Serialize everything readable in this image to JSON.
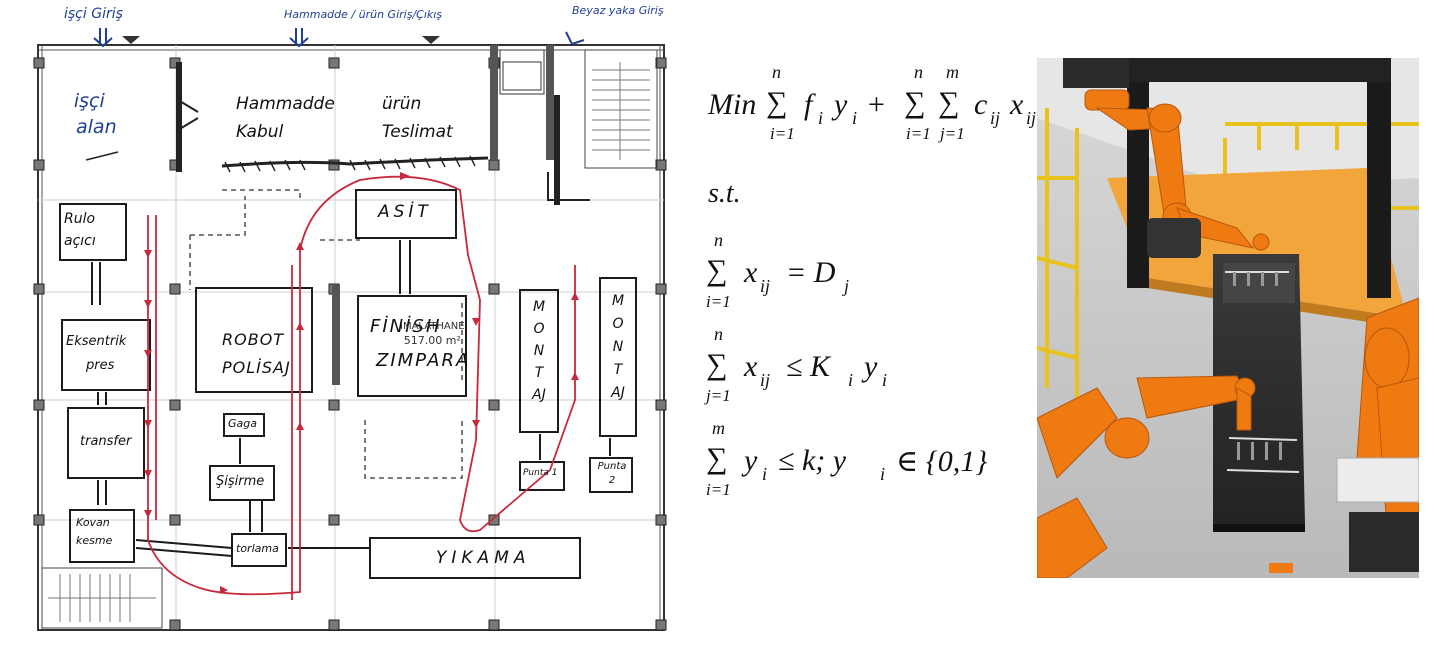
{
  "plan": {
    "top_labels": {
      "worker_entry": "işçi Giriş",
      "material_entry": "Hammadde / ürün Giriş/Çıkış",
      "whitecollar_entry": "Beyaz yaka Giriş"
    },
    "rooms": {
      "worker_area": [
        "işçi",
        "alan"
      ],
      "raw_material": [
        "Hammadde",
        "Kabul"
      ],
      "delivery": [
        "ürün",
        "Teslimat"
      ],
      "asit": "ASİT",
      "rulo": [
        "Rulo",
        "açıcı"
      ],
      "eksentrik": [
        "Eksentrik",
        "pres"
      ],
      "robot": [
        "ROBOT",
        "POLİSAJ"
      ],
      "finish": [
        "FİNİSH",
        "ZIMPARA"
      ],
      "imalathane": [
        "İMALATHANE",
        "517.00 m²"
      ],
      "montaj1": "MONTAJ",
      "montaj2": "MONTAJ",
      "punta1": "Punta 1",
      "punta2": [
        "Punta",
        "2"
      ],
      "transfer": "transfer",
      "kovan": [
        "Kovan",
        "kesme"
      ],
      "gaga": "Gaga",
      "sisirme": "Şişirme",
      "torlama": "torlama",
      "yikama": "YIKAMA"
    }
  },
  "model": {
    "objective_prefix": "Min",
    "st": "s.t.",
    "upper_n": "n",
    "upper_m": "m",
    "lower_i": "i=1",
    "lower_j": "j=1",
    "obj_term1": "f",
    "obj_term1_sub": "i",
    "obj_term1_y": "y",
    "obj_term2": "c",
    "obj_term2_sub": "ij",
    "obj_term2_x": "x",
    "c1_rhs": "= D",
    "c1_rhs_sub": "j",
    "c2_rhs": "≤ K",
    "c2_rhs_sub": "i",
    "c3_rhs": "≤ k; y",
    "c3_set": "∈ {0,1}"
  },
  "colors": {
    "flow": "#c8283c",
    "ink": "#1b1b1b",
    "blue": "#1f3f95",
    "robot": "#f07a12"
  }
}
